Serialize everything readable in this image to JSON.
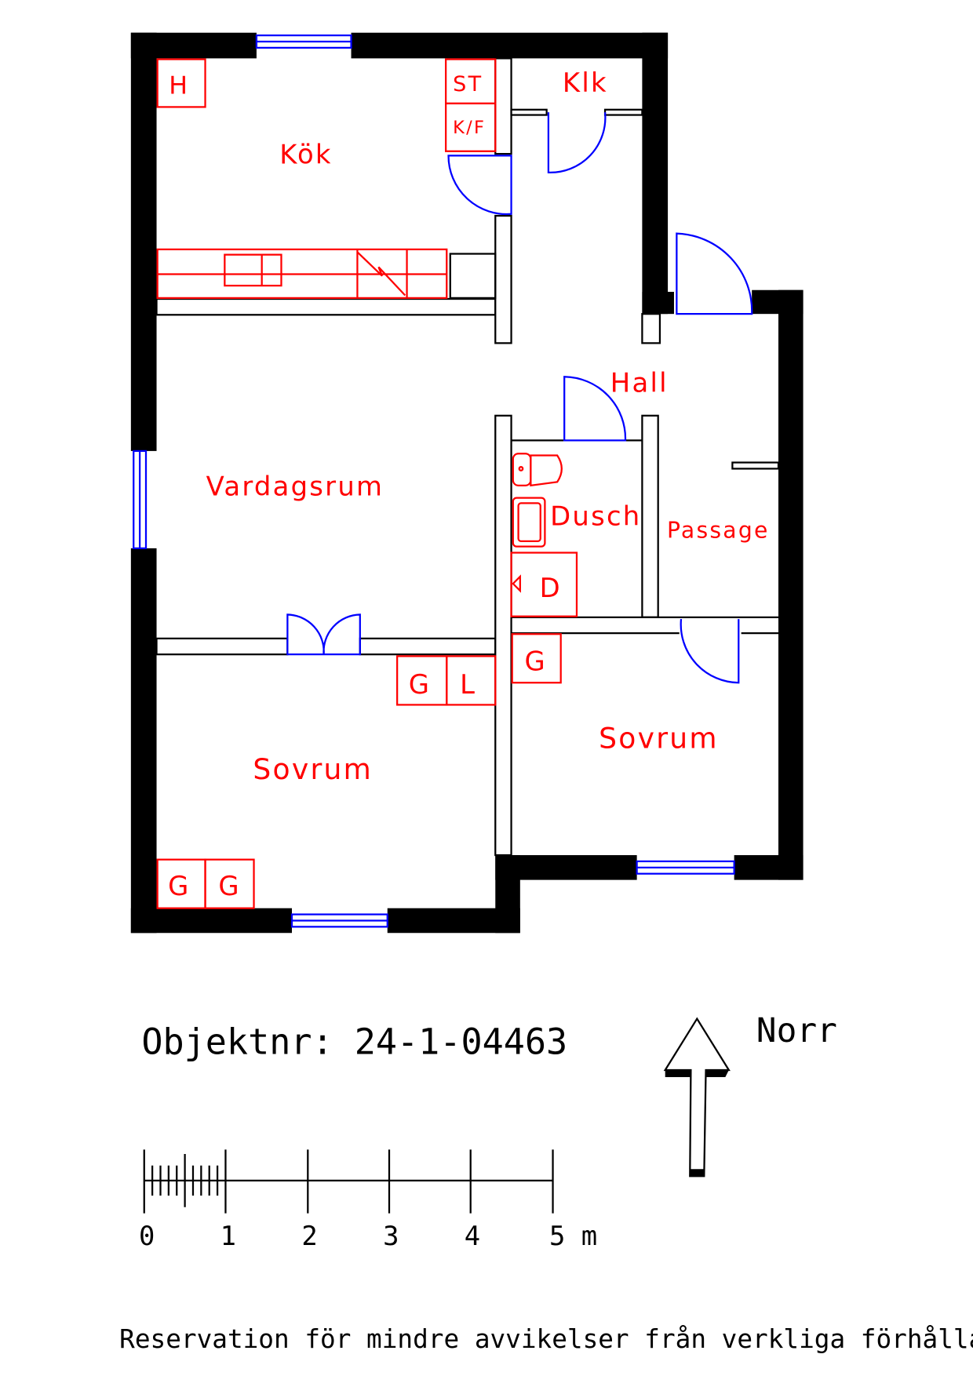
{
  "rooms": {
    "kitchen": "Kök",
    "closet": "Klk",
    "hall": "Hall",
    "living": "Vardagsrum",
    "shower": "Dusch",
    "passage": "Passage",
    "bedroom_left": "Sovrum",
    "bedroom_right": "Sovrum"
  },
  "fixtures": {
    "heater": "H",
    "storage": "ST",
    "fridge_freezer": "K/F",
    "dryer": "D",
    "wardrobe_1": "G",
    "wardrobe_2": "L",
    "wardrobe_3": "G",
    "wardrobe_4": "G",
    "wardrobe_5": "G"
  },
  "object_number": "Objektnr: 24-1-04463",
  "north_label": "Norr",
  "scale": {
    "ticks": [
      "0",
      "1",
      "2",
      "3",
      "4",
      "5 m"
    ]
  },
  "footer": "Reservation för mindre avvikelser från verkliga förhållanden",
  "colors": {
    "walls": "#000000",
    "fixtures": "#ff0000",
    "doors_windows": "#0000ff"
  }
}
